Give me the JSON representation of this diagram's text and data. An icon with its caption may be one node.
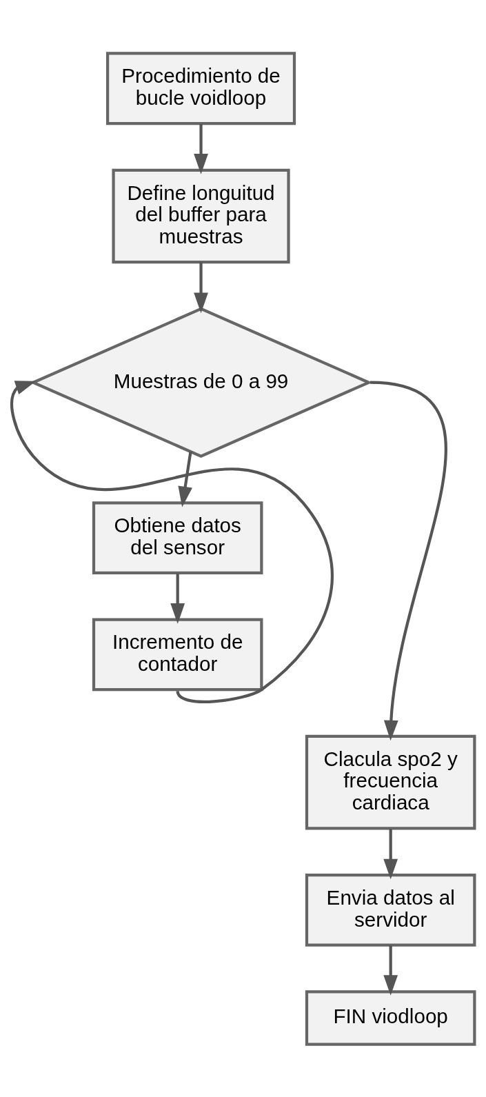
{
  "diagram": {
    "nodes": [
      {
        "text": [
          "Procedimiento de bucle voidloop"
        ]
      },
      {
        "text": [
          "Define longuitud del buffer para muestras"
        ]
      },
      {
        "text": [
          "Muestras de 0 a 99"
        ]
      },
      {
        "text": [
          "Obtiene datos del sensor"
        ]
      },
      {
        "text": [
          "Incremento de contador"
        ]
      },
      {
        "text": [
          "Clacula spo2 y frecuencia cardiaca"
        ]
      },
      {
        "text": [
          "Envia datos al servidor"
        ]
      },
      {
        "text": [
          "FIN viodloop"
        ]
      }
    ],
    "edges": [
      {
        "from": 0,
        "to": 1,
        "arrow": "to"
      },
      {
        "from": 1,
        "to": 2,
        "arrow": "to"
      },
      {
        "from": 2,
        "to": 3,
        "arrow": "to"
      },
      {
        "from": 3,
        "to": 4,
        "arrow": "to"
      },
      {
        "from": 4,
        "to": 2,
        "arrow": "to"
      },
      {
        "from": 2,
        "to": 5,
        "arrow": "to"
      },
      {
        "from": 5,
        "to": 6,
        "arrow": "to"
      },
      {
        "from": 6,
        "to": 7,
        "arrow": "to"
      }
    ]
  }
}
